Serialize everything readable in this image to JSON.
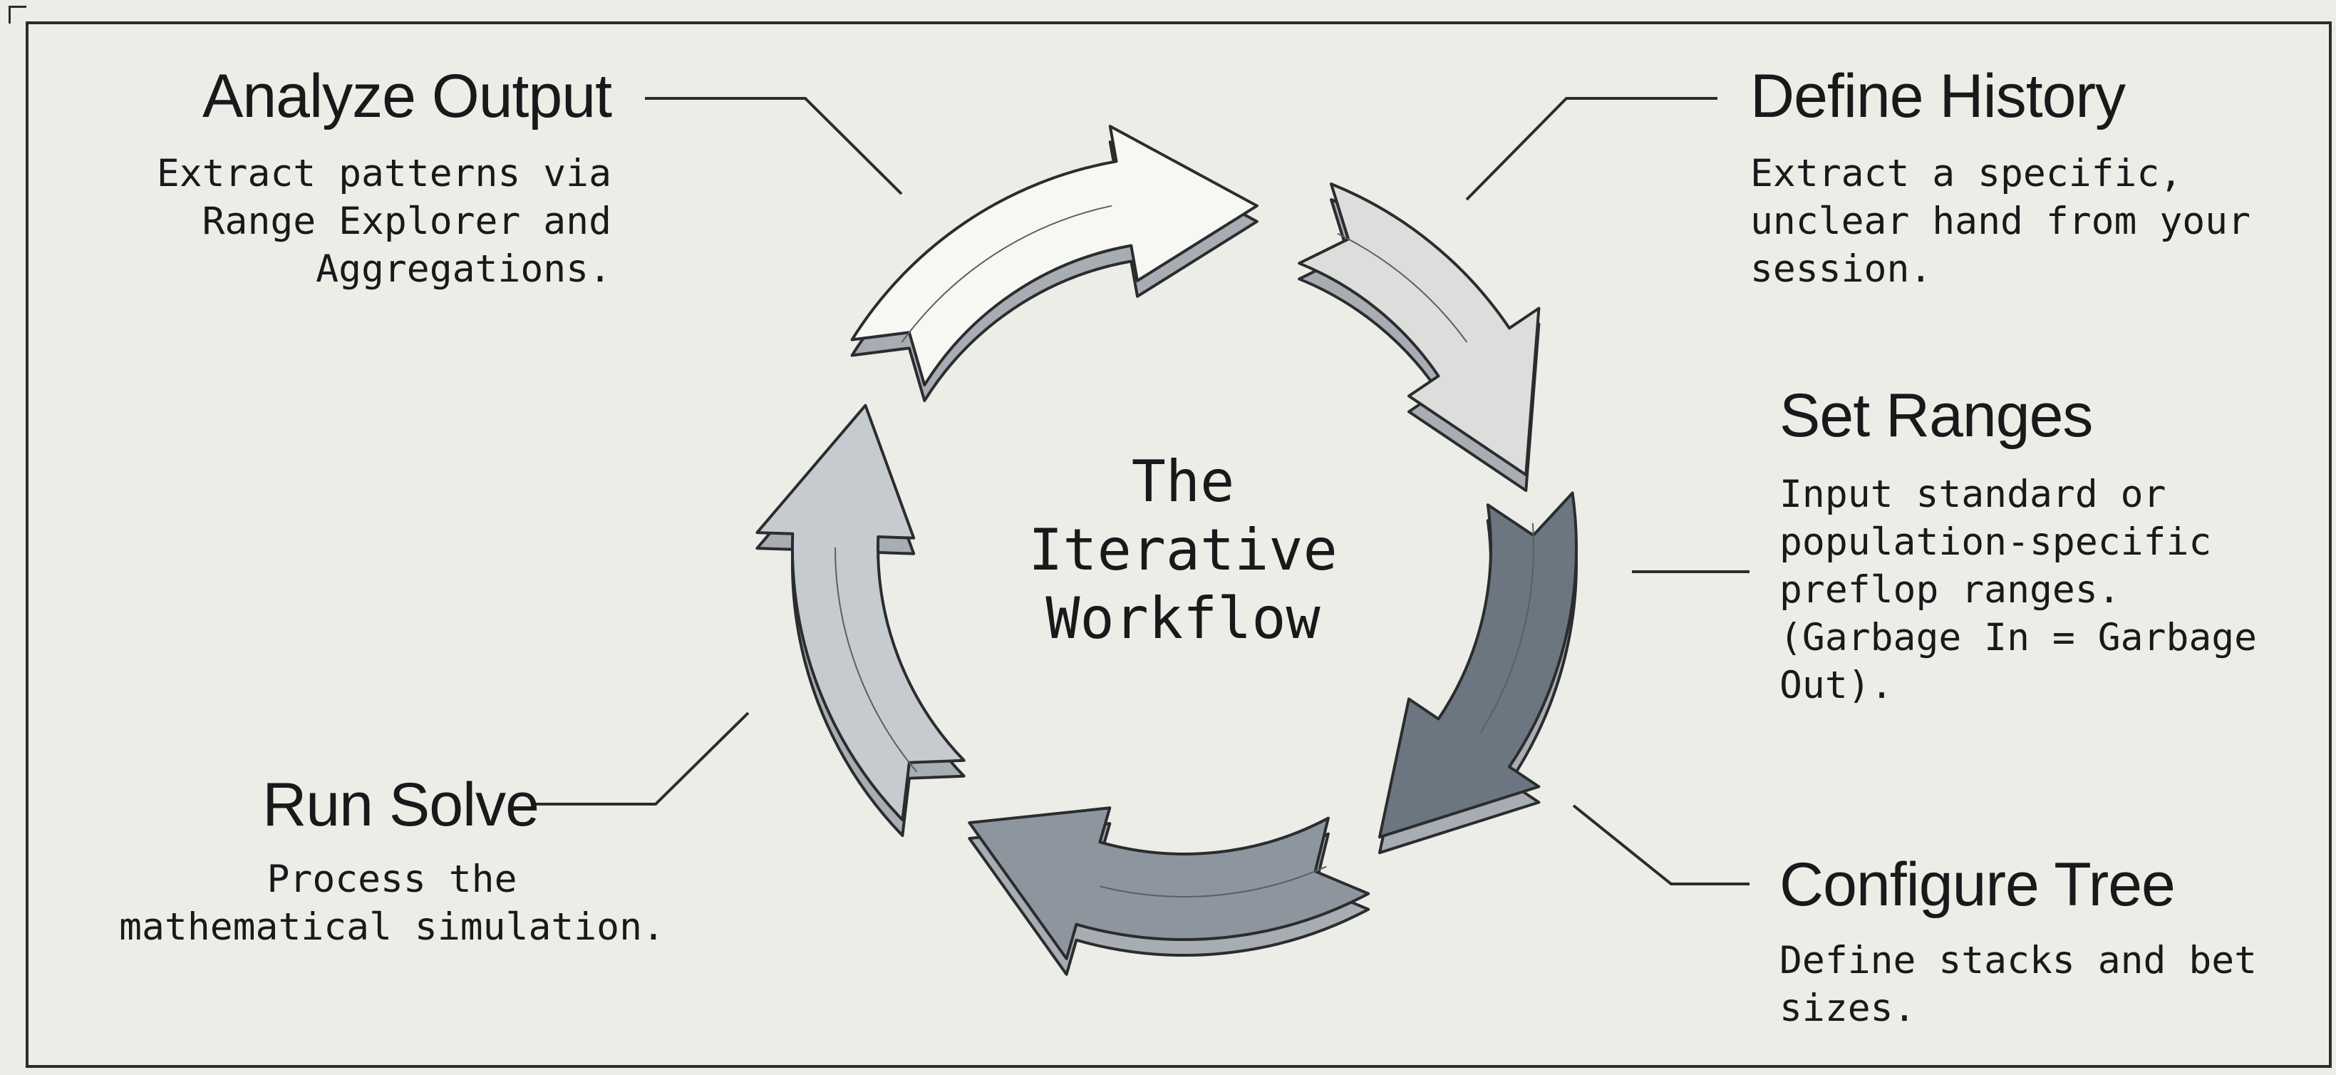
{
  "center": {
    "title": "The\nIterative\nWorkflow"
  },
  "steps": [
    {
      "title": "Define History",
      "description": "Extract a specific,\nunclear hand from your\nsession."
    },
    {
      "title": "Set Ranges",
      "description": "Input standard or\npopulation-specific\npreflop ranges.\n(Garbage In = Garbage\nOut)."
    },
    {
      "title": "Configure Tree",
      "description": "Define stacks and bet\nsizes."
    },
    {
      "title": "Run Solve",
      "description": "Process the\nmathematical simulation."
    },
    {
      "title": "Analyze Output",
      "description": "Extract patterns via\nRange Explorer and\nAggregations."
    }
  ],
  "colors": {
    "background": "#ecede7",
    "ink": "#17191b",
    "arrow_define_history": "#dddedb",
    "arrow_configure_tree": "#6c7680",
    "arrow_run_solve": "#8d969e",
    "arrow_analyze_output": "#f7f7f4",
    "arrow_set_ranges": "#c5cbcf"
  }
}
